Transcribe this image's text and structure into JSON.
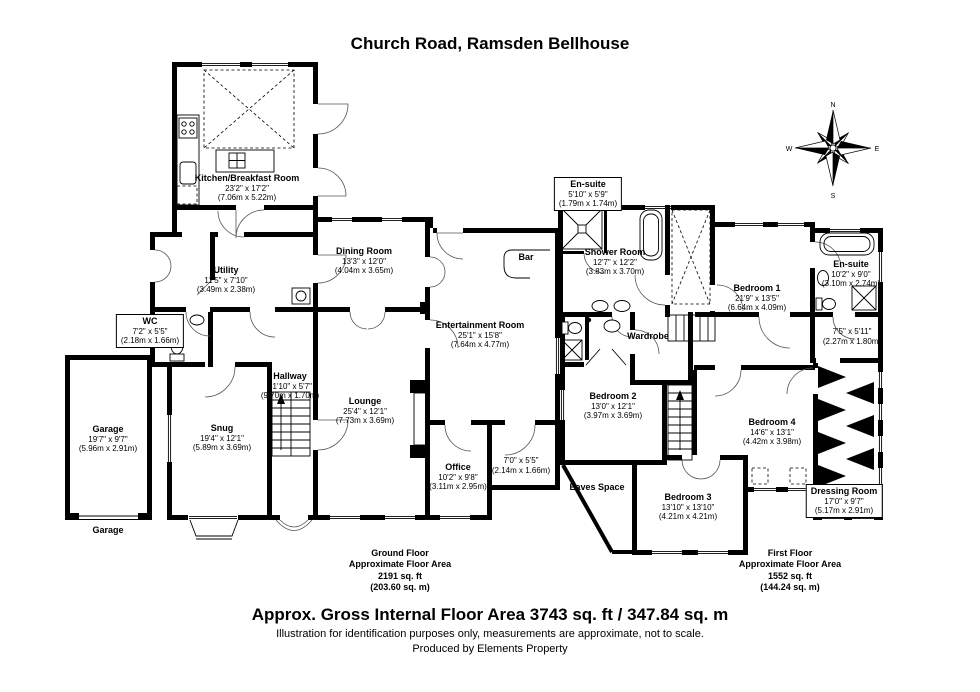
{
  "title": "Church Road, Ramsden Bellhouse",
  "compass": {
    "n": "N",
    "e": "E",
    "s": "S",
    "w": "W"
  },
  "ground_floor": {
    "rooms": {
      "kitchen": {
        "name": "Kitchen/Breakfast Room",
        "imperial": "23'2\" x 17'2\"",
        "metric": "(7.06m x 5.22m)"
      },
      "utility": {
        "name": "Utility",
        "imperial": "11'5\" x 7'10\"",
        "metric": "(3.49m x 2.38m)"
      },
      "wc": {
        "name": "WC",
        "imperial": "7'2\" x 5'5\"",
        "metric": "(2.18m x 1.66m)"
      },
      "dining_room": {
        "name": "Dining Room",
        "imperial": "13'3\" x 12'0\"",
        "metric": "(4.04m x 3.65m)"
      },
      "entertainment_room": {
        "name": "Entertainment Room",
        "imperial": "25'1\" x 15'8\"",
        "metric": "(7.64m x 4.77m)"
      },
      "bar": {
        "name": "Bar"
      },
      "hallway": {
        "name": "Hallway",
        "imperial": "31'10\" x 5'7\"",
        "metric": "(9.70m x 1.70m)"
      },
      "lounge": {
        "name": "Lounge",
        "imperial": "25'4\" x 12'1\"",
        "metric": "(7.73m x 3.69m)"
      },
      "snug": {
        "name": "Snug",
        "imperial": "19'4\" x 12'1\"",
        "metric": "(5.89m x 3.69m)"
      },
      "office": {
        "name": "Office",
        "imperial": "10'2\" x 9'8\"",
        "metric": "(3.11m x 2.95m)"
      },
      "store": {
        "imperial": "7'0\" x 5'5\"",
        "metric": "(2.14m x 1.66m)"
      },
      "garage": {
        "name": "Garage",
        "imperial": "19'7\" x 9'7\"",
        "metric": "(5.96m x 2.91m)",
        "caption": "Garage"
      }
    },
    "summary": {
      "floor": "Ground Floor",
      "approx": "Approximate Floor Area",
      "sqft": "2191 sq. ft",
      "sqm": "(203.60 sq. m)"
    }
  },
  "first_floor": {
    "rooms": {
      "ensuite_front": {
        "name": "En-suite",
        "imperial": "5'10\" x 5'9\"",
        "metric": "(1.79m x 1.74m)"
      },
      "shower_room": {
        "name": "Shower Room",
        "imperial": "12'7\" x 12'2\"",
        "metric": "(3.83m x 3.70m)"
      },
      "bedroom_1": {
        "name": "Bedroom 1",
        "imperial": "21'9\" x 13'5\"",
        "metric": "(6.64m x 4.09m)"
      },
      "ensuite_main": {
        "name": "En-suite",
        "imperial": "10'2\" x 9'0\"",
        "metric": "(3.10m x 2.74m)"
      },
      "landing_nook": {
        "imperial": "7'5\" x 5'11\"",
        "metric": "(2.27m x 1.80m)"
      },
      "wardrobe": {
        "name": "Wardrobe"
      },
      "bedroom_2": {
        "name": "Bedroom 2",
        "imperial": "13'0\" x 12'1\"",
        "metric": "(3.97m x 3.69m)"
      },
      "bedroom_4": {
        "name": "Bedroom 4",
        "imperial": "14'6\" x 13'1\"",
        "metric": "(4.42m x 3.98m)"
      },
      "bedroom_3": {
        "name": "Bedroom 3",
        "imperial": "13'10\" x 13'10\"",
        "metric": "(4.21m x 4.21m)"
      },
      "eaves_space": {
        "name": "Eaves Space"
      },
      "dressing_room": {
        "name": "Dressing Room",
        "imperial": "17'0\" x 9'7\"",
        "metric": "(5.17m x 2.91m)"
      }
    },
    "summary": {
      "floor": "First Floor",
      "approx": "Approximate Floor Area",
      "sqft": "1552 sq. ft",
      "sqm": "(144.24 sq. m)"
    }
  },
  "footer": {
    "gross_area": "Approx. Gross Internal Floor Area 3743 sq. ft / 347.84 sq. m",
    "disclaimer": "Illustration for identification purposes only, measurements are approximate, not to scale.",
    "credit": "Produced by Elements Property"
  }
}
